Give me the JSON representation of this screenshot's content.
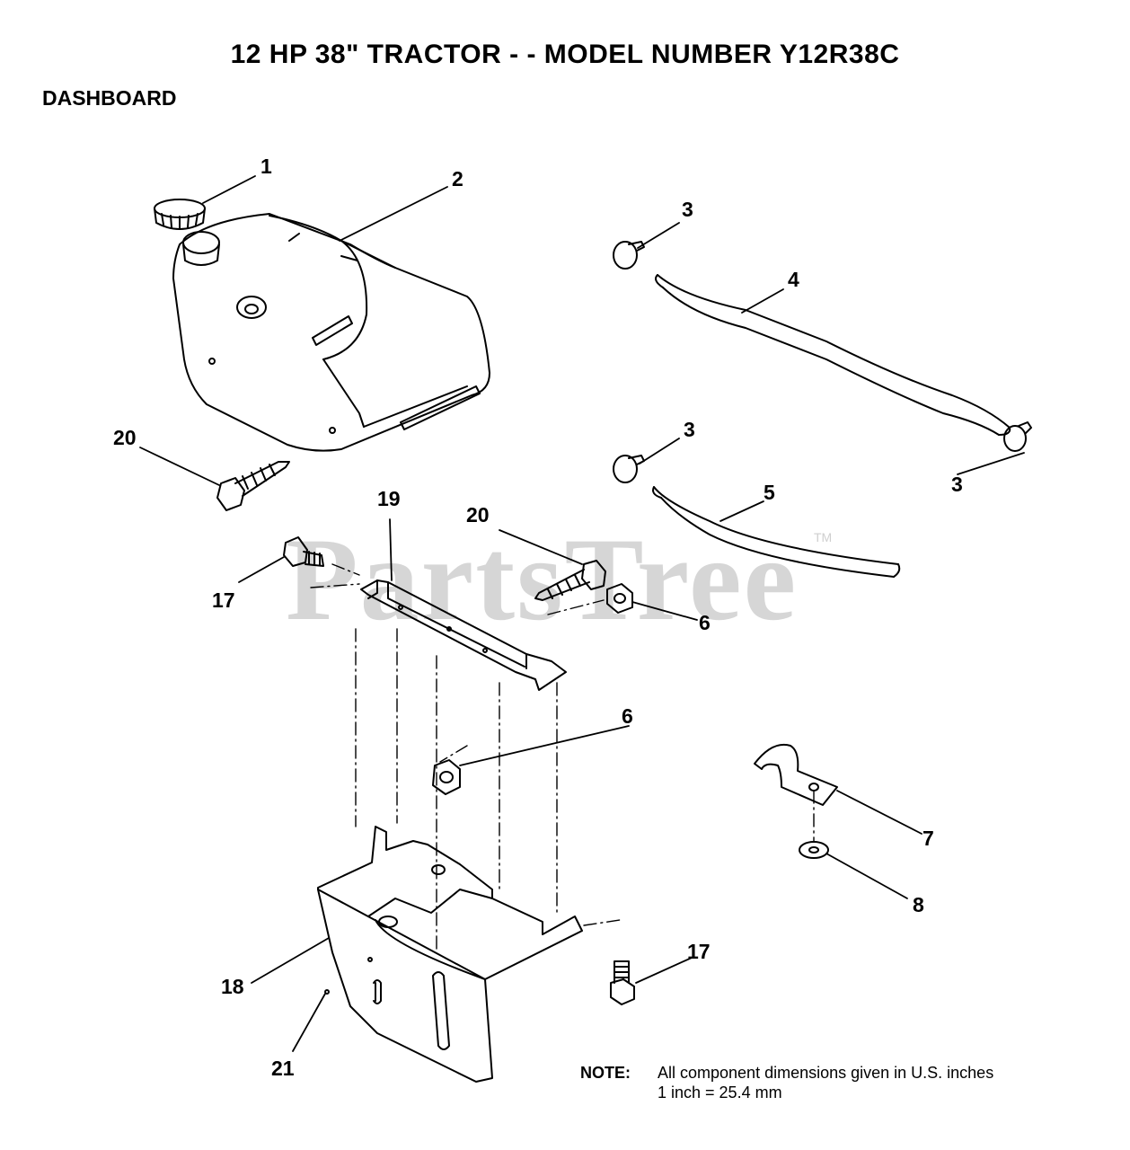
{
  "title": "12 HP 38\" TRACTOR - - MODEL NUMBER Y12R38C",
  "section": "DASHBOARD",
  "watermark": "PartsTree",
  "watermark_tm": "TM",
  "callouts": {
    "c1": "1",
    "c2": "2",
    "c3a": "3",
    "c3b": "3",
    "c3c": "3",
    "c4": "4",
    "c5": "5",
    "c6a": "6",
    "c6b": "6",
    "c7": "7",
    "c8": "8",
    "c17a": "17",
    "c17b": "17",
    "c18": "18",
    "c19": "19",
    "c20a": "20",
    "c20b": "20",
    "c21": "21"
  },
  "note": {
    "label": "NOTE:",
    "line1": "All component dimensions given in U.S. inches",
    "line2": "1 inch = 25.4 mm"
  }
}
